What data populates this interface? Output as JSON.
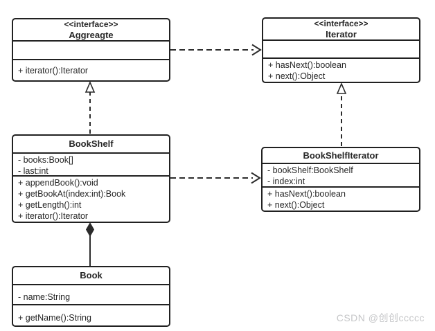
{
  "diagram": {
    "kind": "uml-class-diagram",
    "colors": {
      "border": "#212121",
      "text": "#262626",
      "background": "#ffffff",
      "watermark": "#c5c6c8"
    },
    "classes": [
      {
        "id": "aggregate",
        "stereotype": "<<interface>>",
        "name": "Aggreagte",
        "attributes": [],
        "methods": [
          "+ iterator():Iterator"
        ]
      },
      {
        "id": "iterator",
        "stereotype": "<<interface>>",
        "name": "Iterator",
        "attributes": [],
        "methods": [
          "+ hasNext():boolean",
          "+ next():Object"
        ]
      },
      {
        "id": "bookshelf",
        "stereotype": "",
        "name": "BookShelf",
        "attributes": [
          "- books:Book[]",
          "- last:int"
        ],
        "methods": [
          "+ appendBook():void",
          "+ getBookAt(index:int):Book",
          "+ getLength():int",
          "+ iterator():Iterator"
        ]
      },
      {
        "id": "bookshelfiterator",
        "stereotype": "",
        "name": "BookShelfIterator",
        "attributes": [
          "- bookShelf:BookShelf",
          "- index:int"
        ],
        "methods": [
          "+ hasNext():boolean",
          "+ next():Object"
        ]
      },
      {
        "id": "book",
        "stereotype": "",
        "name": "Book",
        "attributes": [
          "- name:String"
        ],
        "methods": [
          "+ getName():String"
        ]
      }
    ],
    "relationships": [
      {
        "from": "Aggreagte",
        "to": "Iterator",
        "type": "dependency",
        "line": "dashed",
        "arrow": "open"
      },
      {
        "from": "BookShelf",
        "to": "Aggreagte",
        "type": "realization",
        "line": "dashed",
        "arrow": "hollow-triangle"
      },
      {
        "from": "BookShelfIterator",
        "to": "Iterator",
        "type": "realization",
        "line": "dashed",
        "arrow": "hollow-triangle"
      },
      {
        "from": "BookShelf",
        "to": "BookShelfIterator",
        "type": "dependency",
        "line": "dashed",
        "arrow": "open"
      },
      {
        "from": "Book",
        "to": "BookShelf",
        "type": "composition",
        "line": "solid",
        "arrow": "filled-diamond"
      }
    ],
    "watermark": "CSDN @创创ccccc"
  }
}
